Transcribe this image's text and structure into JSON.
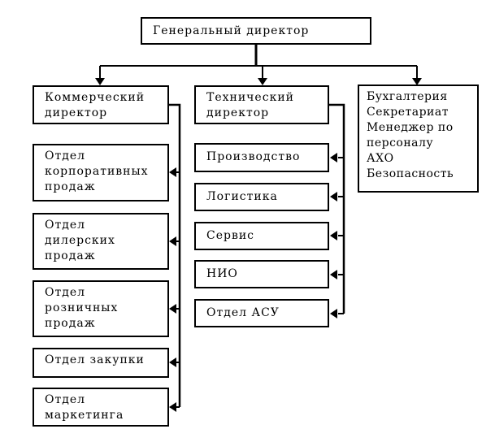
{
  "colors": {
    "line": "#000000",
    "box_border": "#000000",
    "background": "#ffffff",
    "text": "#000000"
  },
  "chart": {
    "root": {
      "label": "Генеральный директор"
    },
    "commercial": {
      "head": "Коммерческий\nдиректор",
      "children": [
        "Отдел\nкорпоративных\nпродаж",
        "Отдел\nдилерских\nпродаж",
        "Отдел\nрозничных\nпродаж",
        "Отдел закупки",
        "Отдел\nмаркетинга"
      ]
    },
    "technical": {
      "head": "Технический\nдиректор",
      "children": [
        "Производство",
        "Логистика",
        "Сервис",
        "НИО",
        "Отдел АСУ"
      ]
    },
    "staff": {
      "label": "Бухгалтерия\nСекретариат\nМенеджер по\nперсоналу\nАХО\nБезопасность"
    }
  }
}
